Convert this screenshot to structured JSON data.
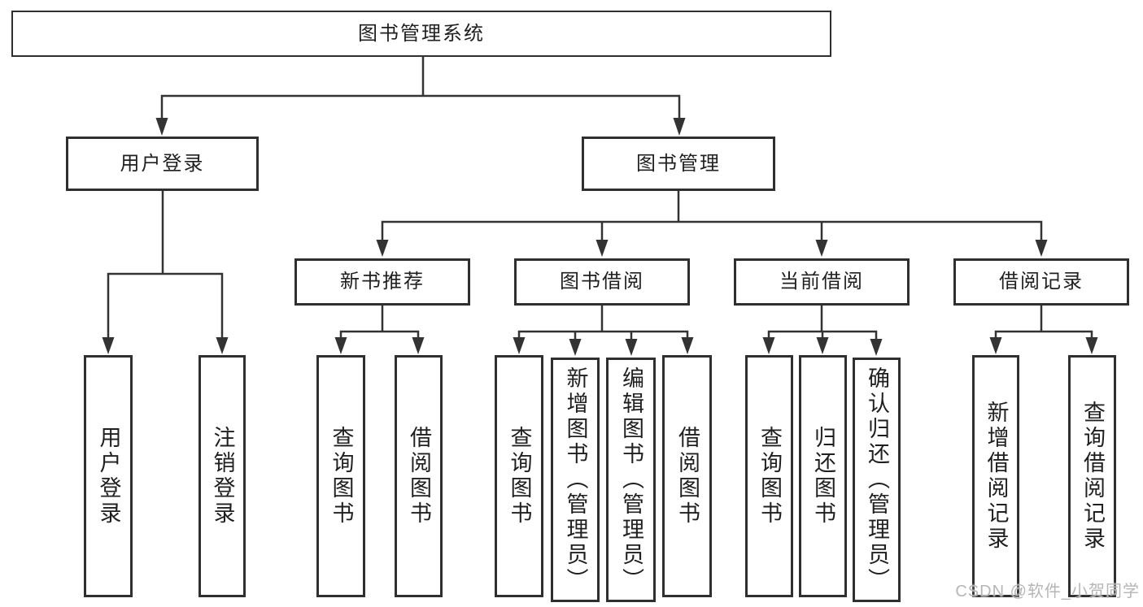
{
  "tree": {
    "root": {
      "label": "图书管理系统"
    },
    "level2": [
      {
        "label": "用户登录",
        "children": [
          {
            "label": "用户登录"
          },
          {
            "label": "注销登录"
          }
        ]
      },
      {
        "label": "图书管理",
        "children": [
          {
            "label": "新书推荐",
            "children": [
              {
                "label": "查询图书"
              },
              {
                "label": "借阅图书"
              }
            ]
          },
          {
            "label": "图书借阅",
            "children": [
              {
                "label": "查询图书"
              },
              {
                "label": "新增图书（管理员）"
              },
              {
                "label": "编辑图书（管理员）"
              },
              {
                "label": "借阅图书"
              }
            ]
          },
          {
            "label": "当前借阅",
            "children": [
              {
                "label": "查询图书"
              },
              {
                "label": "归还图书"
              },
              {
                "label": "确认归还（管理员）"
              }
            ]
          },
          {
            "label": "借阅记录",
            "children": [
              {
                "label": "新增借阅记录"
              },
              {
                "label": "查询借阅记录"
              }
            ]
          }
        ]
      }
    ]
  },
  "watermark": "CSDN @软件_小贺同学",
  "colors": {
    "line": "#333333",
    "box_border": "#2f2f2f",
    "text": "#1f1f1f",
    "watermark": "#b5b5b5",
    "background": "#ffffff"
  }
}
